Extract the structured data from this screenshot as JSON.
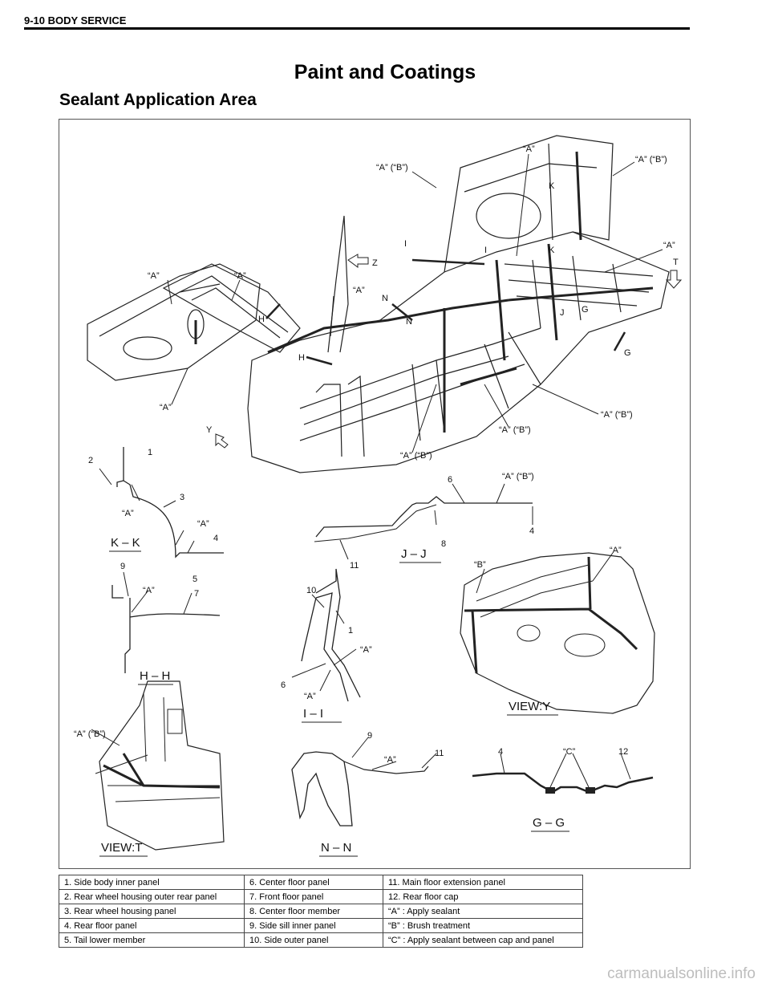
{
  "header": {
    "text": "9-10 BODY SERVICE"
  },
  "title": "Paint and Coatings",
  "section_title": "Sealant Application Area",
  "figure": {
    "main_labels": {
      "a_b_1": "“A” (“B”)",
      "a_top": "“A”",
      "a_b_topright": "“A” (“B”)",
      "a_right": "“A”",
      "a_left1": "“A”",
      "a_left2": "“A”",
      "a_mid": "“A”",
      "a_lower_left": "“A”",
      "a_b_right": "“A” (“B”)",
      "a_b_mid": "“A” (“B”)",
      "a_b_low": "“A” (“B”)",
      "k1": "K",
      "k2": "K",
      "i1": "I",
      "i2": "I",
      "z": "Z",
      "t": "T",
      "n1": "N",
      "n2": "N",
      "h1": "H",
      "h2": "H",
      "j": "J",
      "g1": "G",
      "g2": "G",
      "y": "Y"
    },
    "kk": {
      "n1": "1",
      "n2": "2",
      "n3": "3",
      "n4": "4",
      "n5": "5",
      "a1": "“A”",
      "a2": "“A”",
      "title": "K – K"
    },
    "jj": {
      "n6": "6",
      "ab": "“A” (“B”)",
      "n4": "4",
      "n8": "8",
      "n11": "11",
      "title": "J – J"
    },
    "hh": {
      "n9": "9",
      "a": "“A”",
      "n7": "7",
      "title": "H – H"
    },
    "ii": {
      "n10": "10",
      "n1": "1",
      "a1": "“A”",
      "n6": "6",
      "a2": "“A”",
      "title": "I – I"
    },
    "view_y": {
      "b": "“B”",
      "a": "“A”",
      "title": "VIEW:Y"
    },
    "view_t": {
      "ab": "“A” (“B”)",
      "title": "VIEW:T"
    },
    "nn": {
      "n9": "9",
      "a": "“A”",
      "n11": "11",
      "title": "N – N"
    },
    "gg": {
      "n4": "4",
      "c": "“C”",
      "n12": "12",
      "title": "G – G"
    }
  },
  "legend": {
    "rows": [
      [
        "1.   Side body inner panel",
        "6.   Center floor panel",
        "11.   Main floor extension panel"
      ],
      [
        "2.   Rear wheel housing outer rear panel",
        "7.   Front floor panel",
        "12.   Rear floor cap"
      ],
      [
        "3.   Rear wheel housing panel",
        "8.   Center floor member",
        "“A” :   Apply sealant"
      ],
      [
        "4.   Rear floor panel",
        "9.   Side sill inner panel",
        "“B” :   Brush treatment"
      ],
      [
        "5.   Tail lower member",
        "10.   Side outer panel",
        "“C” :   Apply sealant between cap and panel"
      ]
    ]
  },
  "watermark": "carmanualsonline.info"
}
